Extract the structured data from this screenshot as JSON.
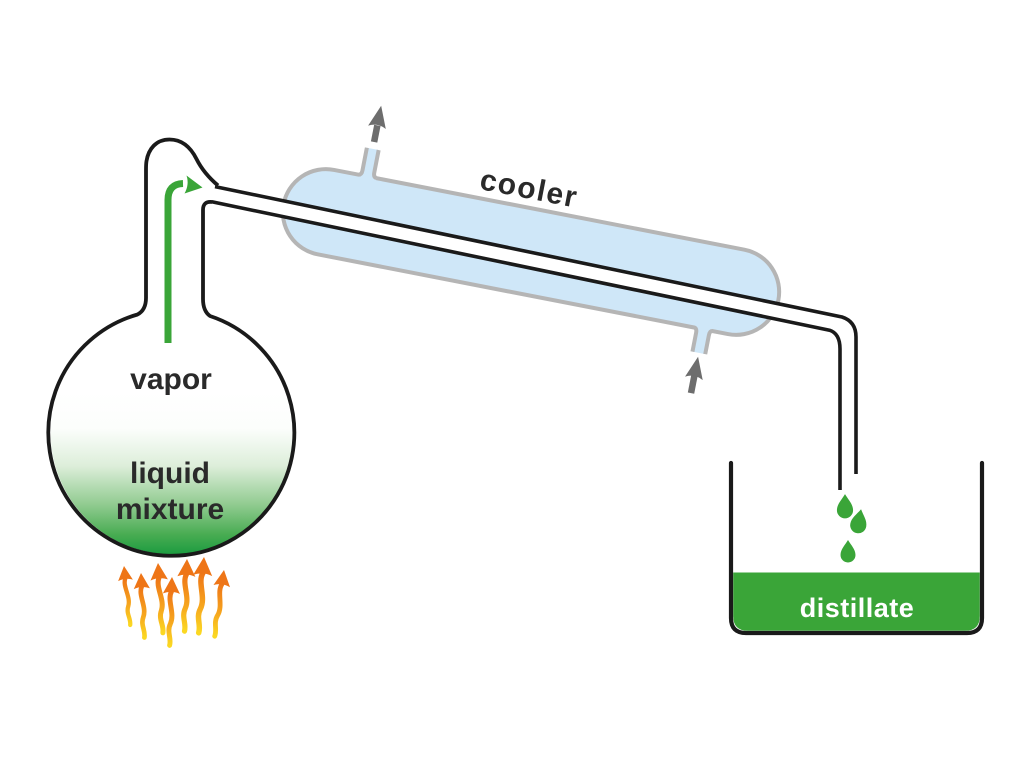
{
  "diagram": {
    "type": "distillation-apparatus",
    "labels": {
      "vapor": "vapor",
      "liquid_line1": "liquid",
      "liquid_line2": "mixture",
      "cooler": "cooler",
      "distillate": "distillate"
    },
    "icons": {
      "vapor_flow_arrow": "green curved up-then-right arrow inside flask neck",
      "coolant_outlet_arrow": "gray up arrow at cooler top-left stub",
      "coolant_inlet_arrow": "gray up arrow at cooler bottom-right stub",
      "heat_flame_arrows": "wavy orange-yellow upward flame arrows under flask",
      "distillate_droplets": "green teardrops falling into beaker"
    },
    "counts": {
      "flame_arrows": 7,
      "droplets": 3
    },
    "colors": {
      "background": "#ffffff",
      "outline_black": "#1a1a1a",
      "label_dark": "#2a2a2a",
      "text_white": "#ffffff",
      "green": "#3aa538",
      "liquid_green_deep": "#189a3e",
      "liquid_green_mid": "#93cc92",
      "liquid_top_white": "#ffffff",
      "cooler_blue": "#cfe7f8",
      "cooler_outline_gray": "#b5b5b5",
      "arrow_gray": "#6d6d6d",
      "flame_yellow": "#fbd822",
      "flame_orange": "#f6a51e",
      "flame_deep_orange": "#ee7517"
    }
  }
}
